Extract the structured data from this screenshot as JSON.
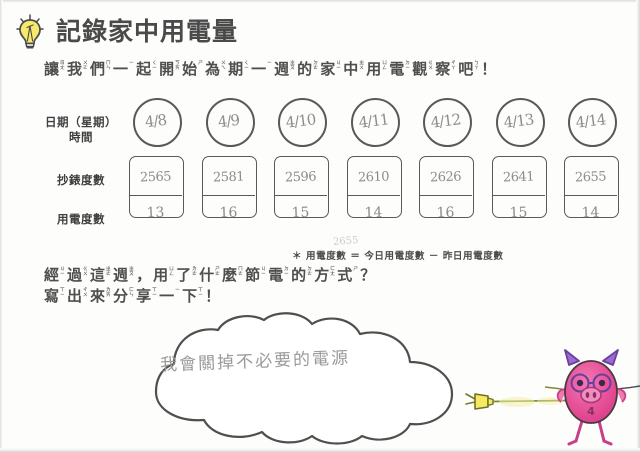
{
  "page": {
    "title": "記錄家中用電量",
    "bulb_icon": "lightbulb-icon"
  },
  "intro": {
    "text": "讓我們一起開始為期一週的家中用電觀察吧！",
    "chars": [
      {
        "han": "讓",
        "zy": "ㄖ\nㄤ"
      },
      {
        "han": "我",
        "zy": "ㄨ\nㄛ"
      },
      {
        "han": "們",
        "zy": "ㄇ\nㄣ"
      },
      {
        "han": "一",
        "zy": "ㄧ"
      },
      {
        "han": "起",
        "zy": "ㄑ\nㄧ"
      },
      {
        "han": "開",
        "zy": "ㄎ\nㄞ"
      },
      {
        "han": "始",
        "zy": "ㄕ"
      },
      {
        "han": "為",
        "zy": "ㄨ\nㄟ"
      },
      {
        "han": "期",
        "zy": "ㄑ\nㄧ"
      },
      {
        "han": "一",
        "zy": "ㄧ"
      },
      {
        "han": "週",
        "zy": "ㄓ\nㄡ"
      },
      {
        "han": "的",
        "zy": "ㄉ\nㄜ"
      },
      {
        "han": "家",
        "zy": "ㄐ\nㄧ"
      },
      {
        "han": "中",
        "zy": "ㄓ\nㄨ"
      },
      {
        "han": "用",
        "zy": "ㄩ\nㄥ"
      },
      {
        "han": "電",
        "zy": "ㄉ\nㄧ"
      },
      {
        "han": "觀",
        "zy": "ㄍ\nㄨ"
      },
      {
        "han": "察",
        "zy": "ㄔ\nㄚ"
      },
      {
        "han": "吧",
        "zy": "ㄅ\nㄚ"
      },
      {
        "han": "！",
        "zy": ""
      }
    ]
  },
  "table": {
    "row_labels": {
      "date": "日期（星期）",
      "time": "時間",
      "meter_reading": "抄錶度數",
      "electricity_used": "用電度數"
    },
    "columns": [
      {
        "date": "4/8",
        "meter_reading": "2565",
        "electricity_used": "13"
      },
      {
        "date": "4/9",
        "meter_reading": "2581",
        "electricity_used": "16"
      },
      {
        "date": "4/10",
        "meter_reading": "2596",
        "electricity_used": "15"
      },
      {
        "date": "4/11",
        "meter_reading": "2610",
        "electricity_used": "14"
      },
      {
        "date": "4/12",
        "meter_reading": "2626",
        "electricity_used": "16"
      },
      {
        "date": "4/13",
        "meter_reading": "2641",
        "electricity_used": "15"
      },
      {
        "date": "4/14",
        "meter_reading": "2655",
        "electricity_used": "14"
      }
    ],
    "ghost_note": "2655",
    "footnote": "＊ 用電度數 ＝ 今日用電度數 － 昨日用電度數"
  },
  "question": {
    "line1_text": "經過這週，用了什麼節電的方式？",
    "line1": [
      {
        "han": "經",
        "zy": "ㄐ\nㄧ"
      },
      {
        "han": "過",
        "zy": "ㄍ\nㄨ"
      },
      {
        "han": "這",
        "zy": "ㄓ\nㄜ"
      },
      {
        "han": "週",
        "zy": "ㄓ\nㄡ"
      },
      {
        "han": "，",
        "zy": ""
      },
      {
        "han": " ",
        "zy": ""
      },
      {
        "han": "用",
        "zy": "ㄩ\nㄥ"
      },
      {
        "han": "了",
        "zy": "ㄌ\nㄜ"
      },
      {
        "han": "什",
        "zy": "ㄕ\nㄜ"
      },
      {
        "han": "麼",
        "zy": "ㄇ\nㄜ"
      },
      {
        "han": "節",
        "zy": "ㄐ\nㄧ"
      },
      {
        "han": "電",
        "zy": "ㄉ\nㄧ"
      },
      {
        "han": "的",
        "zy": "ㄉ\nㄜ"
      },
      {
        "han": "方",
        "zy": "ㄈ\nㄤ"
      },
      {
        "han": "式",
        "zy": "ㄕ"
      },
      {
        "han": "？",
        "zy": ""
      }
    ],
    "line2_text": "寫出來分享一下！",
    "line2": [
      {
        "han": "寫",
        "zy": "ㄒ\nㄧ"
      },
      {
        "han": "出",
        "zy": "ㄔ\nㄨ"
      },
      {
        "han": "來",
        "zy": "ㄌ\nㄞ"
      },
      {
        "han": "分",
        "zy": "ㄈ\nㄣ"
      },
      {
        "han": "享",
        "zy": "ㄒ\nㄧ"
      },
      {
        "han": "一",
        "zy": "ㄧ"
      },
      {
        "han": "下",
        "zy": "ㄒ\nㄧ"
      },
      {
        "han": "！",
        "zy": ""
      }
    ]
  },
  "answer": {
    "handwritten_text": "我會關掉不必要的電源"
  },
  "decorations": {
    "cloud": "speech-cloud",
    "plug": "electric-plug-icon",
    "character": "pig-mascot",
    "character_number": "4"
  },
  "colors": {
    "bulb_yellow": "#f7e96b",
    "ink_gray": "#5a5a5a",
    "pencil_gray": "#9a9a9a",
    "pig_pink": "#e8559a",
    "pig_horn_purple": "#9a6bd0",
    "plug_yellow": "#f5ea60",
    "cord_green": "#8a9a3a"
  }
}
